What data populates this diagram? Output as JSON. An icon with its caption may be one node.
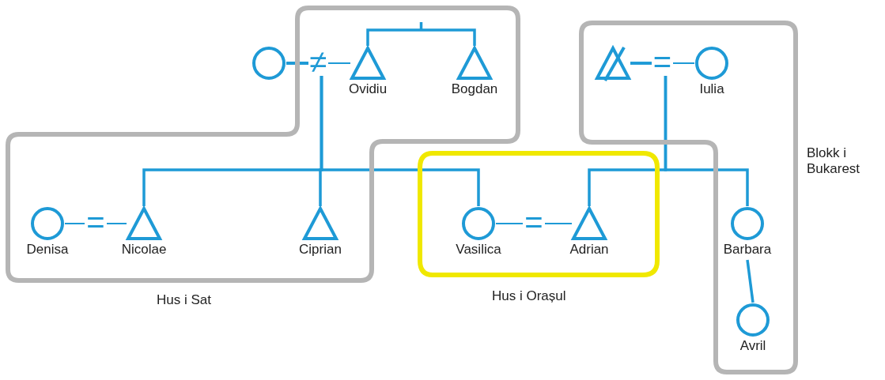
{
  "diagram": {
    "nodes": [
      {
        "text": [
          "Hus i Sat"
        ]
      },
      {
        "text": [],
        "shape": "circle"
      },
      {
        "text": [],
        "shape": "triangle",
        "beside": [
          "Ovidiu"
        ],
        "in": 0
      },
      {
        "text": [],
        "shape": "triangle",
        "beside": [
          "Bogdan"
        ],
        "in": 0
      },
      {
        "text": [
          "Blokk i Bukarest"
        ]
      },
      {
        "text": [],
        "shape": "crossed-triangle",
        "in": 4
      },
      {
        "text": [],
        "shape": "circle",
        "beside": [
          "Iulia"
        ],
        "in": 4
      },
      {
        "text": [],
        "shape": "circle",
        "beside": [
          "Denisa"
        ],
        "in": 0
      },
      {
        "text": [],
        "shape": "triangle",
        "beside": [
          "Nicolae"
        ],
        "in": 0
      },
      {
        "text": [],
        "shape": "triangle",
        "beside": [
          "Ciprian"
        ],
        "in": 0
      },
      {
        "text": [
          "Hus i Orașul"
        ]
      },
      {
        "text": [],
        "shape": "circle",
        "beside": [
          "Vasilica"
        ],
        "in": 10
      },
      {
        "text": [],
        "shape": "triangle",
        "beside": [
          "Adrian"
        ],
        "in": 10
      },
      {
        "text": [],
        "shape": "circle",
        "beside": [
          "Barbara"
        ],
        "in": 4
      },
      {
        "text": [],
        "shape": "circle",
        "beside": [
          "Avril"
        ],
        "in": 4
      }
    ],
    "edges": [
      {
        "from": 1,
        "to": 2,
        "arrow": "none",
        "label": "≠"
      },
      {
        "from": 2,
        "to": 3,
        "arrow": "none"
      },
      {
        "from": 5,
        "to": 6,
        "arrow": "none",
        "label": "="
      },
      {
        "from": 7,
        "to": 8,
        "arrow": "none",
        "label": "="
      },
      {
        "from": 1,
        "to": 8,
        "arrow": "none"
      },
      {
        "from": 1,
        "to": 9,
        "arrow": "none"
      },
      {
        "from": 1,
        "to": 11,
        "arrow": "none"
      },
      {
        "from": 11,
        "to": 12,
        "arrow": "none",
        "label": "="
      },
      {
        "from": 5,
        "to": 12,
        "arrow": "none"
      },
      {
        "from": 5,
        "to": 13,
        "arrow": "none"
      },
      {
        "from": 13,
        "to": 14,
        "arrow": "none"
      }
    ]
  }
}
